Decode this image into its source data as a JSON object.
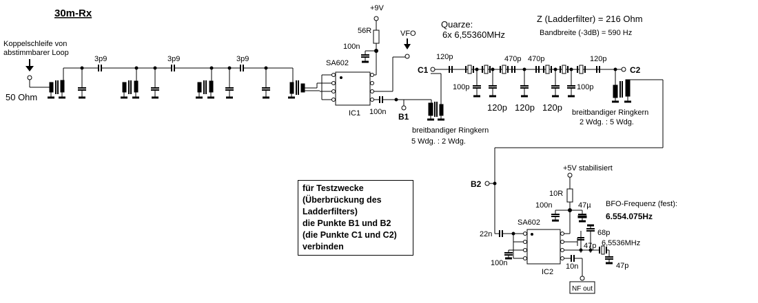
{
  "title": "30m-Rx",
  "input": {
    "label_line1": "Koppelschleife von",
    "label_line2": "abstimmbarer Loop",
    "impedance": "50 Ohm"
  },
  "caps_3p9": [
    "3p9",
    "3p9",
    "3p9"
  ],
  "ic1": {
    "type": "SA602",
    "name": "IC1"
  },
  "ic1_supply": {
    "voltage": "+9V",
    "resistor": "56R",
    "cap": "100n"
  },
  "vfo": "VFO",
  "ic1_out_cap": "100n",
  "point_b1": "B1",
  "ringkern1": {
    "line1": "breitbandiger Ringkern",
    "line2": "5 Wdg. : 2 Wdg."
  },
  "ladder": {
    "quarze_title": "Quarze:",
    "quarze_count": "6x 6,55360MHz",
    "impedance": "Z (Ladderfilter) = 216 Ohm",
    "bandwidth": "Bandbreite (-3dB) = 590 Hz",
    "c1": "C1",
    "c2": "C2",
    "top_caps": [
      "120p",
      "470p",
      "470p",
      "120p"
    ],
    "shunt_100p": [
      "100p",
      "100p"
    ],
    "bottom_caps": [
      "120p",
      "120p",
      "120p"
    ]
  },
  "ringkern2": {
    "line1": "breitbandiger Ringkern",
    "line2": "2 Wdg. : 5 Wdg."
  },
  "point_b2": "B2",
  "ic2": {
    "type": "SA602",
    "name": "IC2"
  },
  "ic2_supply": {
    "voltage": "+5V stabilisiert",
    "resistor": "10R",
    "cap1": "100n",
    "cap2": "47µ"
  },
  "bfo": {
    "label": "BFO-Frequenz (fest):",
    "freq": "6.554.075Hz",
    "crystal": "6,5536MHz",
    "c68p": "68p",
    "c47p_a": "47p",
    "c47p_b": "47p"
  },
  "ic2_in_cap": "22n",
  "ic2_gnd_cap": "100n",
  "ic2_out_cap": "10n",
  "nf_out": "NF out",
  "note": [
    "für Testzwecke",
    "(Überbrückung des",
    "Ladderfilters)",
    "die Punkte B1 und B2",
    "(die Punkte C1 und C2)",
    "verbinden"
  ]
}
